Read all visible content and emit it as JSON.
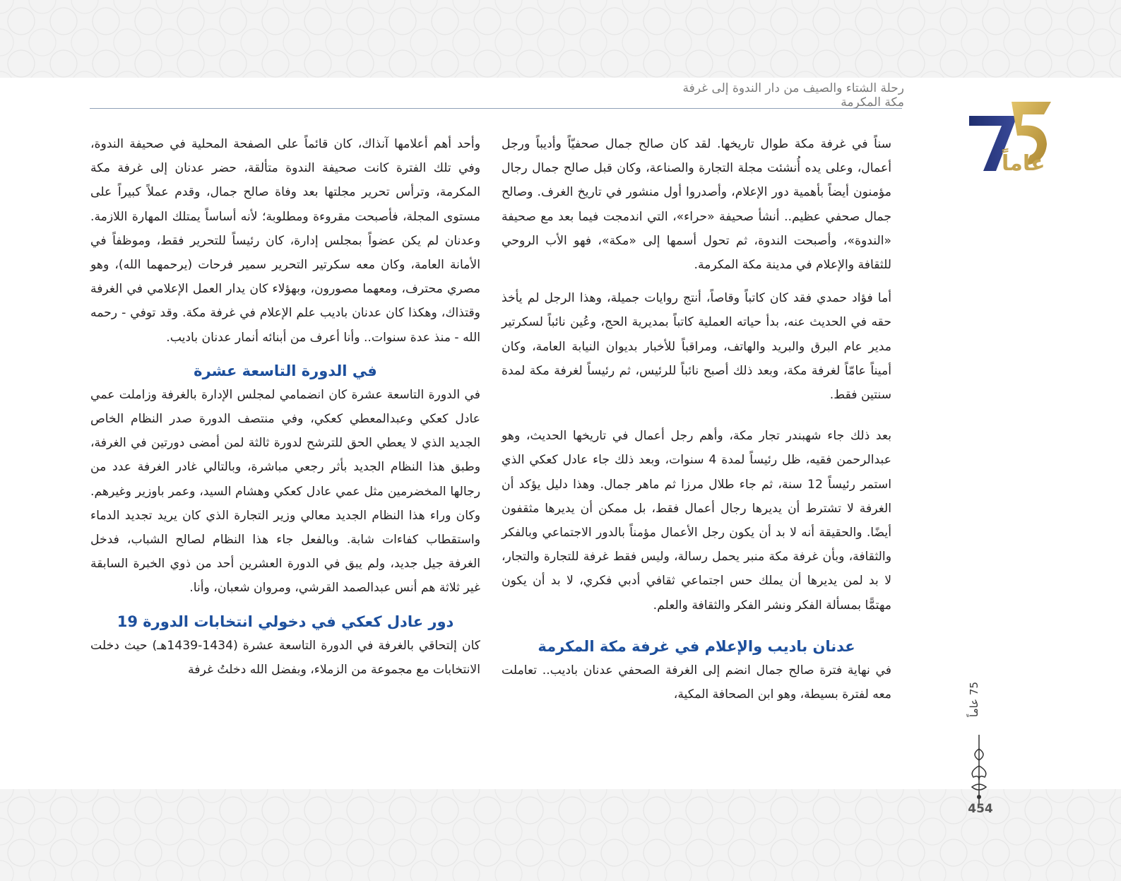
{
  "masthead": {
    "title": "رحلة الشتاء والصيف  من دار الندوة إلى غرفة مكة المكرمة"
  },
  "logo": {
    "number": "75",
    "word": "عاماً"
  },
  "sidebar": {
    "label": "75 عاماً",
    "page_number": "454"
  },
  "right_column": {
    "p1": "سناً في غرفة مكة طوال تاريخها. لقد كان صالح جمال صحفيّاً وأديباً ورجل أعمال، وعلى يده أُنشئت مجلة التجارة والصناعة، وكان قبل صالح جمال رجال مؤمنون أيضاً بأهمية دور الإعلام، وأصدروا أول منشور في تاريخ الغرف. وصالح جمال صحفي عظيم.. أنشأ صحيفة «حراء»، التي اندمجت فيما بعد مع صحيفة «الندوة»، وأصبحت الندوة، ثم تحول أسمها إلى «مكة»، فهو الأب الروحي للثقافة والإعلام في مدينة مكة المكرمة.",
    "p2": "أما فؤاد حمدي فقد كان كاتباً وقاصاً، أنتج روايات جميلة، وهذا الرجل لم يأخذ حقه في الحديث عنه، بدأ حياته العملية كاتباً بمديرية الحج، وعُين نائباً لسكرتير مدير عام البرق والبريد والهاتف، ومراقباً للأخبار بديوان النيابة العامة، وكان أميناً عامّاً لغرفة مكة، وبعد ذلك أصبح نائباً للرئيس، ثم رئيساً لغرفة مكة لمدة سنتين فقط.",
    "p3": "بعد ذلك جاء شهبندر تجار مكة، وأهم رجل أعمال في تاريخها الحديث، وهو عبدالرحمن فقيه، ظل رئيساً لمدة 4 سنوات، وبعد ذلك جاء عادل كعكي الذي استمر رئيساً 12 سنة، ثم جاء طلال مرزا ثم ماهر جمال. وهذا دليل يؤكد أن الغرفة لا تشترط أن يديرها رجال أعمال فقط، بل ممكن أن يديرها مثقفون أيضًا. والحقيقة أنه لا بد أن يكون رجل الأعمال مؤمناً بالدور الاجتماعي وبالفكر والثقافة، وبأن غرفة مكة منبر يحمل رسالة، وليس فقط غرفة للتجارة والتجار، لا بد لمن يديرها أن يملك حس اجتماعي ثقافي أدبي فكري، لا بد أن يكون مهتمًّا بمسألة الفكر ونشر الفكر والثقافة والعلم.",
    "heading": "عدنان باديب والإعلام في غرفة مكة المكرمة",
    "p4": "في نهاية فترة صالح جمال انضم إلى الغرفة الصحفي عدنان باديب.. تعاملت معه لفترة بسيطة، وهو ابن الصحافة المكية،"
  },
  "left_column": {
    "p1": "وأحد أهم أعلامها آنذاك، كان قائماً على الصفحة المحلية في صحيفة الندوة، وفي تلك الفترة كانت صحيفة الندوة متألقة، حضر عدنان إلى غرفة مكة المكرمة، وترأس تحرير مجلتها بعد وفاة صالح جمال، وقدم عملاً كبيراً على مستوى المجلة، فأصبحت مقروءة ومطلوبة؛ لأنه أساساً يمتلك المهارة اللازمة. وعدنان لم يكن عضواً بمجلس إدارة، كان رئيساً للتحرير فقط، وموظفاً في الأمانة العامة، وكان معه سكرتير التحرير سمير فرحات (يرحمهما الله)، وهو مصري محترف، ومعهما مصورون، وبهؤلاء كان يدار العمل الإعلامي في الغرفة وقتذاك، وهكذا كان عدنان باديب علم الإعلام في غرفة مكة. وقد توفي - رحمه الله - منذ عدة سنوات.. وأنا أعرف من أبنائه أنمار عدنان باديب.",
    "heading1": "في الدورة التاسعة عشرة",
    "p2": "في الدورة التاسعة عشرة كان انضمامي لمجلس الإدارة بالغرفة وزاملت عمي عادل كعكي وعبدالمعطي كعكي، وفي منتصف الدورة صدر النظام الخاص الجديد الذي لا يعطي الحق للترشح لدورة ثالثة لمن أمضى دورتين في الغرفة، وطبق هذا النظام الجديد بأثر رجعي مباشرة، وبالتالي غادر الغرفة عدد من رجالها المخضرمين مثل عمي عادل كعكي وهشام السيد، وعمر باوزير وغيرهم. وكان وراء هذا النظام الجديد معالي وزير التجارة الذي كان يريد تجديد الدماء واستقطاب كفاءات شابة. وبالفعل جاء هذا النظام لصالح الشباب، فدخل الغرفة جيل جديد، ولم يبق في الدورة العشرين أحد من ذوي الخبرة السابقة غير ثلاثة هم أنس عبدالصمد القرشي، ومروان شعبان، وأنا.",
    "heading2": "دور عادل كعكي في دخولي انتخابات الدورة 19",
    "p3": "كان إلتحاقي بالغرفة في الدورة التاسعة عشرة (1434-1439هـ) حيث دخلت الانتخابات مع مجموعة من الزملاء، وبفضل الله دخلتُ غرفة"
  },
  "colors": {
    "heading": "#1d4f9c",
    "logo_blue": "#1f2e6e",
    "logo_gold": "#c5a450",
    "rule": "#8fa0b8"
  }
}
